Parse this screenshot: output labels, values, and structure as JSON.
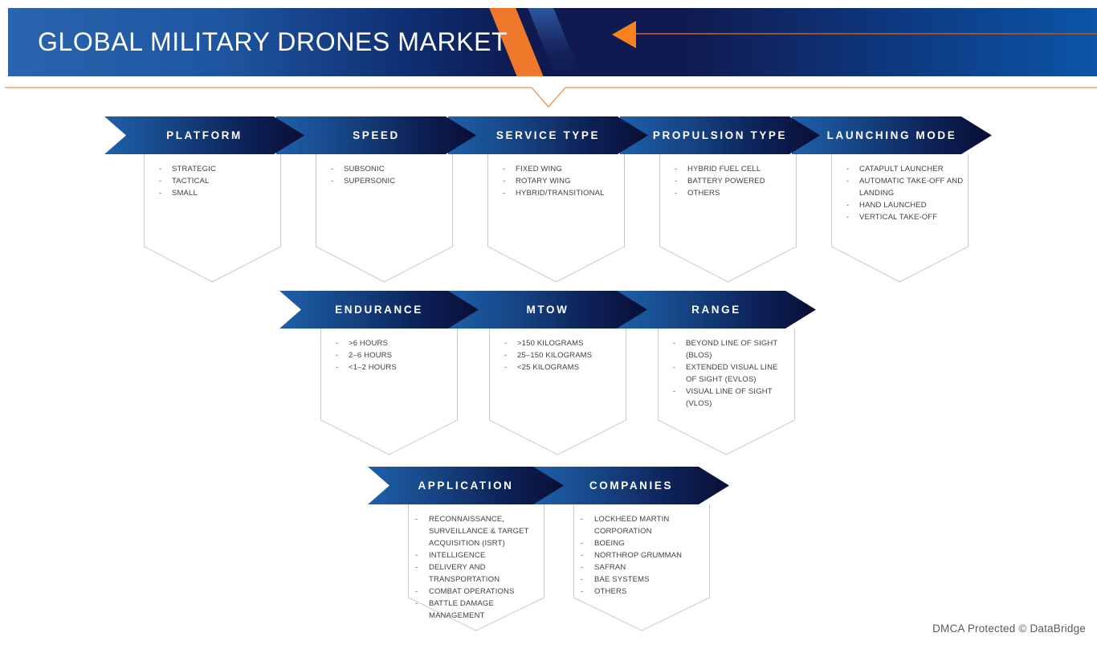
{
  "title": "GLOBAL MILITARY DRONES MARKET",
  "footer": "DMCA Protected © DataBridge",
  "colors": {
    "accent_orange": "#F0782A",
    "arrow_orange": "#F5821F",
    "rule_orange": "#EF8E3E",
    "royal_blue": "#1E60AA",
    "deep_navy": "#0A0F33",
    "box_border": "#C8CACD",
    "item_text": "#403F3B",
    "footer_text": "#5A5B5D"
  },
  "rows": [
    {
      "segments": [
        {
          "label": "PLATFORM",
          "items": [
            "STRATEGIC",
            "TACTICAL",
            "SMALL"
          ]
        },
        {
          "label": "SPEED",
          "items": [
            "SUBSONIC",
            "SUPERSONIC"
          ]
        },
        {
          "label": "SERVICE TYPE",
          "items": [
            "FIXED WING",
            "ROTARY WING",
            "HYBRID/TRANSITIONAL"
          ]
        },
        {
          "label": "PROPULSION TYPE",
          "items": [
            "HYBRID FUEL CELL",
            "BATTERY POWERED",
            "OTHERS"
          ]
        },
        {
          "label": "LAUNCHING MODE",
          "items": [
            "CATAPULT LAUNCHER",
            "AUTOMATIC TAKE-OFF AND LANDING",
            "HAND LAUNCHED",
            "VERTICAL TAKE-OFF"
          ]
        }
      ]
    },
    {
      "segments": [
        {
          "label": "ENDURANCE",
          "items": [
            ">6 HOURS",
            "2–6 HOURS",
            "<1–2 HOURS"
          ]
        },
        {
          "label": "MTOW",
          "items": [
            ">150 KILOGRAMS",
            "25–150 KILOGRAMS",
            "<25 KILOGRAMS"
          ]
        },
        {
          "label": "RANGE",
          "items": [
            "BEYOND LINE OF SIGHT (BLOS)",
            "EXTENDED VISUAL LINE OF SIGHT (EVLOS)",
            "VISUAL LINE OF SIGHT (VLOS)"
          ]
        }
      ]
    },
    {
      "segments": [
        {
          "label": "APPLICATION",
          "items": [
            "RECONNAISSANCE, SURVEILLANCE & TARGET ACQUISITION (ISRT)",
            "INTELLIGENCE",
            "DELIVERY AND TRANSPORTATION",
            "COMBAT OPERATIONS",
            "BATTLE DAMAGE MANAGEMENT"
          ]
        },
        {
          "label": "COMPANIES",
          "items": [
            "LOCKHEED MARTIN CORPORATION",
            "BOEING",
            "NORTHROP GRUMMAN",
            "SAFRAN",
            "BAE SYSTEMS",
            "OTHERS"
          ]
        }
      ]
    }
  ]
}
